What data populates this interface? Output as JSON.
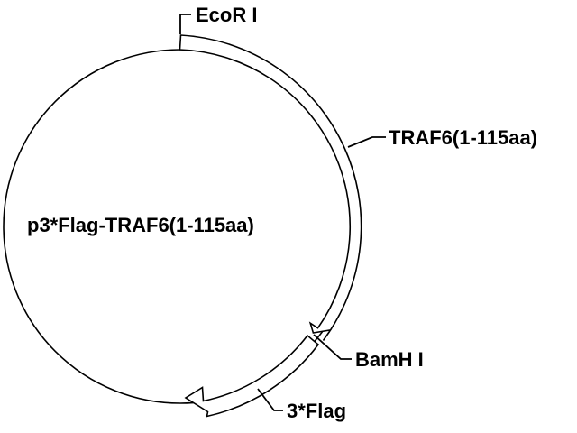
{
  "plasmid": {
    "name": "p3*Flag-TRAF6(1-115aa)"
  },
  "sites": [
    {
      "label": "EcoR I"
    },
    {
      "label": "BamH I"
    }
  ],
  "features": [
    {
      "label": "TRAF6(1-115aa)"
    },
    {
      "label": "3*Flag"
    }
  ],
  "colors": {
    "line": "#000000",
    "fill": "#ffffff"
  }
}
